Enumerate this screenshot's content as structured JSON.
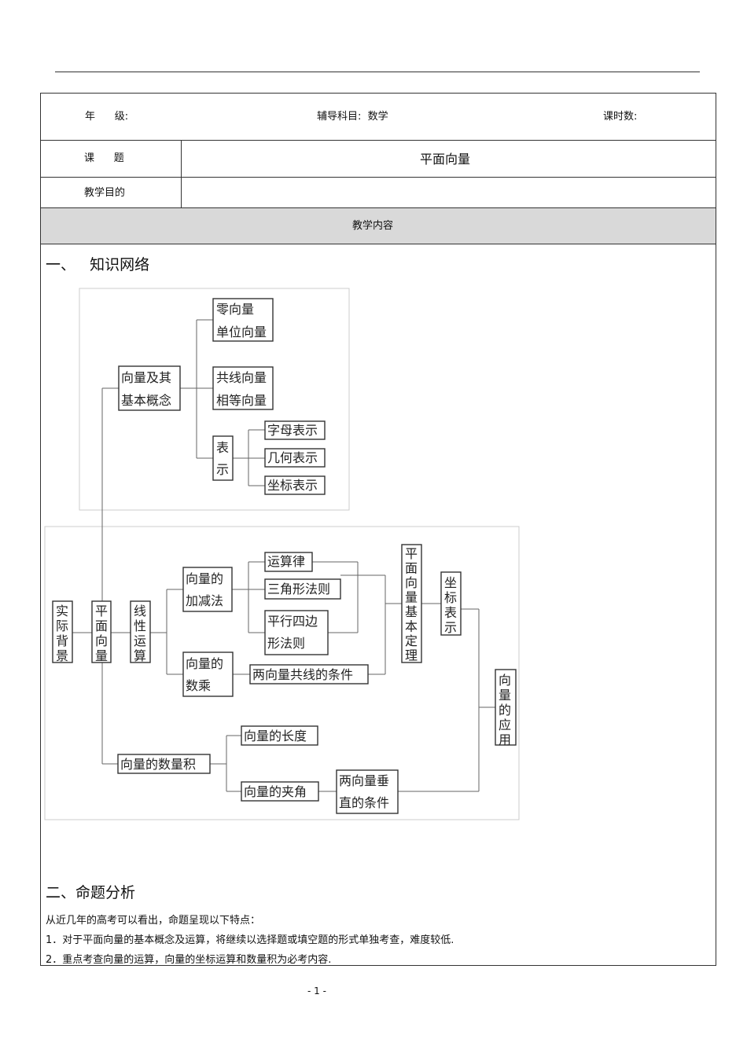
{
  "header": {
    "grade_label": "年      级:",
    "subject_label": "辅导科目:  数学",
    "hours_label": "课时数:",
    "topic_label": "课      题",
    "topic_value": "平面向量",
    "goal_label": "教学目的",
    "content_label": "教学内容"
  },
  "sections": {
    "network_title": "一、   知识网络",
    "analysis_title": "二、命题分析",
    "analysis_intro": "从近几年的高考可以看出，命题呈现以下特点：",
    "analysis_point_1": "1．对于平面向量的基本概念及运算，将继续以选择题或填空题的形式单独考查，难度较低.",
    "analysis_point_2": "2．重点考查向量的运算，向量的坐标运算和数量积为必考内容."
  },
  "diagram": {
    "nodes": {
      "real_background": [
        "实",
        "际",
        "背",
        "景"
      ],
      "plane_vector": [
        "平",
        "面",
        "向",
        "量"
      ],
      "linear_ops": [
        "线",
        "性",
        "运",
        "算"
      ],
      "basic_concepts": [
        "向量及其",
        "基本概念"
      ],
      "zero_unit": [
        "零向量",
        "单位向量"
      ],
      "collinear_equal": [
        "共线向量",
        "相等向量"
      ],
      "representation": [
        "表",
        "示"
      ],
      "letter_rep": "字母表示",
      "geometric_rep": "几何表示",
      "coordinate_rep": "坐标表示",
      "add_sub": [
        "向量的",
        "加减法"
      ],
      "scalar_mul": [
        "向量的",
        "数乘"
      ],
      "op_laws": "运算律",
      "triangle_rule": "三角形法则",
      "parallelogram_rule": [
        "平行四边",
        "形法则"
      ],
      "collinear_condition": "两向量共线的条件",
      "basic_theorem": [
        "平",
        "面",
        "向",
        "量",
        "基",
        "本",
        "定",
        "理"
      ],
      "coord_expression": [
        "坐",
        "标",
        "表",
        "示"
      ],
      "applications": [
        "向",
        "量",
        "的",
        "应",
        "用"
      ],
      "dot_product": "向量的数量积",
      "vector_length": "向量的长度",
      "vector_angle": "向量的夹角",
      "perpendicular_condition": [
        "两向量垂",
        "直的条件"
      ]
    }
  },
  "footer": {
    "page_number": "- 1 -"
  }
}
